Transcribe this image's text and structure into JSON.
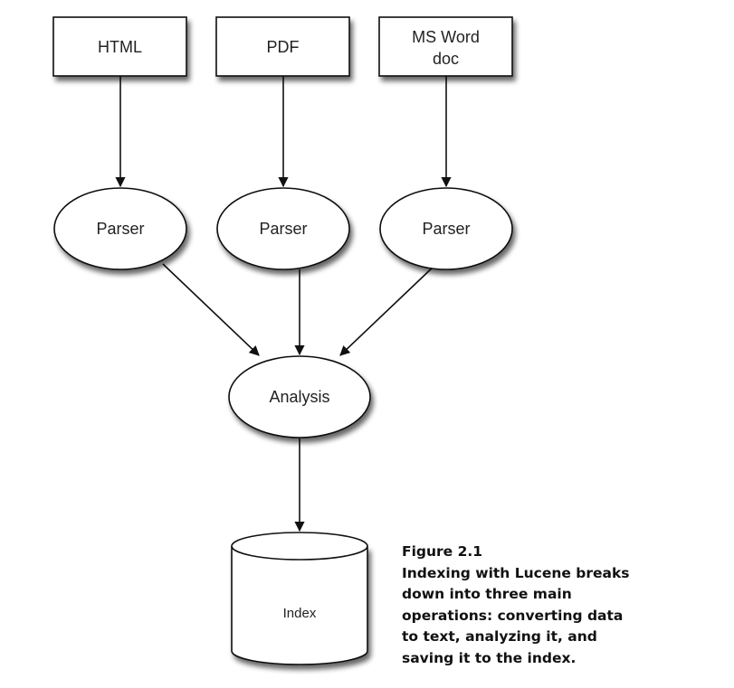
{
  "diagram": {
    "sources": [
      {
        "id": "html",
        "label_lines": [
          "HTML"
        ]
      },
      {
        "id": "pdf",
        "label_lines": [
          "PDF"
        ]
      },
      {
        "id": "msword",
        "label_lines": [
          "MS Word",
          "doc"
        ]
      }
    ],
    "parsers": [
      {
        "id": "parser-html",
        "label": "Parser"
      },
      {
        "id": "parser-pdf",
        "label": "Parser"
      },
      {
        "id": "parser-msword",
        "label": "Parser"
      }
    ],
    "analysis": {
      "label": "Analysis"
    },
    "index": {
      "label": "Index"
    },
    "edges": [
      {
        "from": "html",
        "to": "parser-html"
      },
      {
        "from": "pdf",
        "to": "parser-pdf"
      },
      {
        "from": "msword",
        "to": "parser-msword"
      },
      {
        "from": "parser-html",
        "to": "analysis"
      },
      {
        "from": "parser-pdf",
        "to": "analysis"
      },
      {
        "from": "parser-msword",
        "to": "analysis"
      },
      {
        "from": "analysis",
        "to": "index"
      }
    ]
  },
  "caption": {
    "title": "Figure 2.1",
    "lines": [
      "Indexing with Lucene breaks",
      "down into three main",
      "operations: converting data",
      "to text, analyzing it, and",
      "saving it to the index."
    ]
  }
}
